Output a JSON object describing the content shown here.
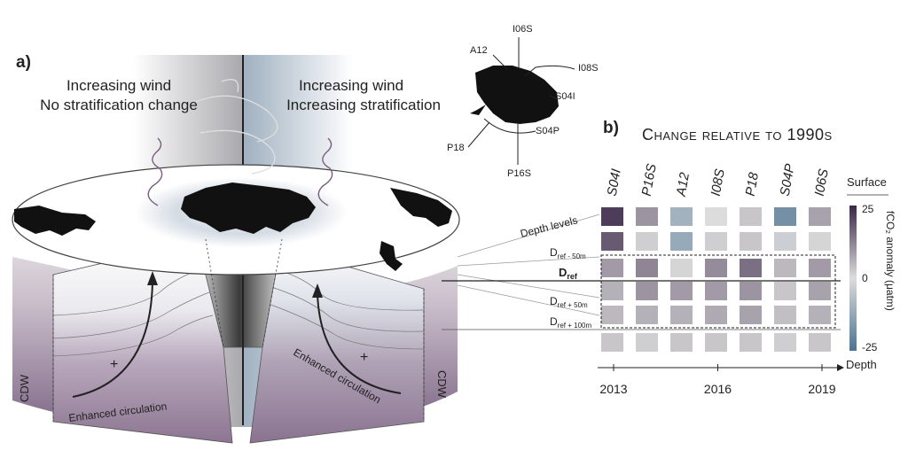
{
  "panel_a": {
    "label": "a)",
    "left_title": [
      "Increasing wind",
      "No stratification change"
    ],
    "right_title": [
      "Increasing wind",
      "Increasing stratification"
    ],
    "cdw_left": "CDW",
    "cdw_right": "CDW",
    "circulation_left": "Enhanced circulation",
    "circulation_right": "Enhanced circulation",
    "plus_sign": "+"
  },
  "map": {
    "sections": [
      "I06S",
      "A12",
      "I08S",
      "S04I",
      "S04P",
      "P18",
      "P16S"
    ]
  },
  "panel_b": {
    "label": "b)",
    "title": "Change relative to 1990s",
    "surface_label": "Surface",
    "depth_axis_label": "Depth",
    "depth_levels_label": "Depth levels",
    "level_labels": [
      {
        "main": "D",
        "sub": "ref - 50m"
      },
      {
        "main": "D",
        "sub": "ref"
      },
      {
        "main": "D",
        "sub": "ref + 50m"
      },
      {
        "main": "D",
        "sub": "ref + 100m"
      }
    ],
    "colorbar": {
      "label": "fCO₂ anomaly (μatm)",
      "ticks": [
        "25",
        "0",
        "-25"
      ],
      "max": 25,
      "min": -25,
      "neg_color": "#4b7393",
      "mid_color": "#dcdcdc",
      "pos_color": "#3b2748"
    },
    "year_ticks": [
      "2013",
      "2016",
      "2019"
    ],
    "section_order": [
      "S04I",
      "P16S",
      "A12",
      "I08S",
      "P18",
      "S04P",
      "I06S"
    ],
    "anomalies": [
      [
        22,
        10,
        -10,
        0,
        3,
        -18,
        8
      ],
      [
        18,
        2,
        -12,
        2,
        3,
        -3,
        1
      ],
      [
        9,
        12,
        1,
        11,
        15,
        5,
        9
      ],
      [
        6,
        10,
        9,
        9,
        10,
        3,
        8
      ],
      [
        5,
        6,
        6,
        7,
        8,
        4,
        6
      ],
      [
        3,
        2,
        3,
        3,
        3,
        2,
        3
      ]
    ]
  }
}
